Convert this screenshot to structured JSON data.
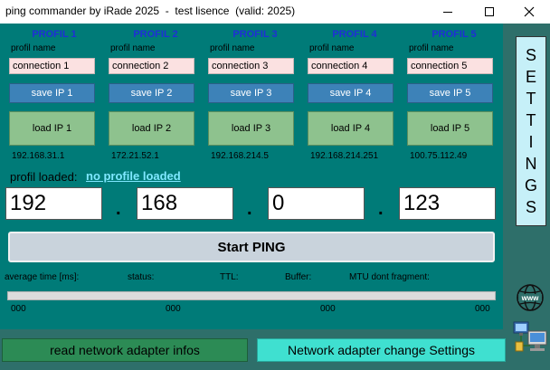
{
  "window": {
    "title": "ping commander by iRade 2025  -  test lisence  (valid: 2025)"
  },
  "profiles": [
    {
      "header": "PROFIL 1",
      "name_label": "profil name",
      "name": "connection 1",
      "save_label": "save IP 1",
      "load_label": "load IP 1",
      "ip": "192.168.31.1"
    },
    {
      "header": "PROFIL 2",
      "name_label": "profil name",
      "name": "connection 2",
      "save_label": "save IP 2",
      "load_label": "load IP 2",
      "ip": "172.21.52.1"
    },
    {
      "header": "PROFIL 3",
      "name_label": "profil name",
      "name": "connection 3",
      "save_label": "save IP 3",
      "load_label": "load IP 3",
      "ip": "192.168.214.5"
    },
    {
      "header": "PROFIL 4",
      "name_label": "profil name",
      "name": "connection 4",
      "save_label": "save IP 4",
      "load_label": "load IP 4",
      "ip": "192.168.214.251"
    },
    {
      "header": "PROFIL 5",
      "name_label": "profil name",
      "name": "connection 5",
      "save_label": "save IP 5",
      "load_label": "load IP 5",
      "ip": "100.75.112.49"
    }
  ],
  "loaded": {
    "label": "profil loaded:",
    "value": "no profile loaded"
  },
  "ip_octets": [
    "192",
    "168",
    "0",
    "123"
  ],
  "ip_separator": ".",
  "start_label": "Start PING",
  "stats": {
    "labels": [
      "average time [ms]:",
      "status:",
      "TTL:",
      "Buffer:",
      "MTU dont fragment:"
    ],
    "values": [
      "000",
      "000",
      "000",
      "000"
    ],
    "progress": 0
  },
  "settings_letters": [
    "S",
    "E",
    "T",
    "T",
    "I",
    "N",
    "G",
    "S"
  ],
  "bottom": {
    "read_label": "read network adapter infos",
    "change_label": "Network adapter change Settings"
  },
  "icons": {
    "globe": "www-globe-icon",
    "network": "network-computers-icon"
  },
  "colors": {
    "background": "#007b78",
    "save": "#3d82b8",
    "load": "#8ec28e",
    "input_bg": "#fbe1e1",
    "header_text": "#1f2fd6",
    "link": "#7fe8ff"
  }
}
